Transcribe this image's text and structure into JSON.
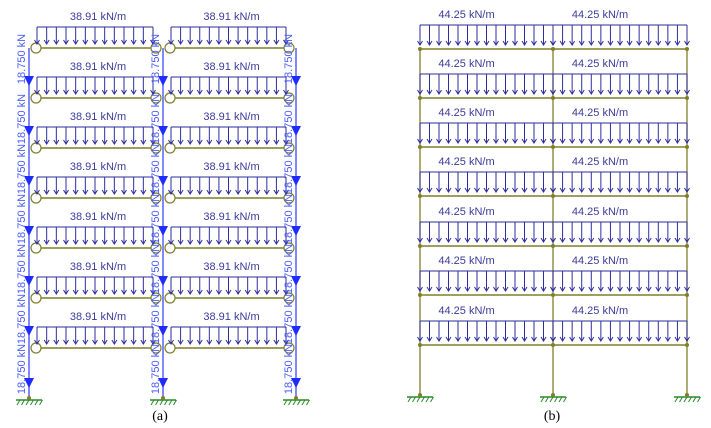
{
  "frames": [
    {
      "id": "a",
      "caption": "(a)",
      "stories": 7,
      "bays": 2,
      "beam_load_label": "38.91 kN/m",
      "column_load_label": "18.750 kN",
      "beam_end_connection": "pinned-hinge",
      "supports": "fixed"
    },
    {
      "id": "b",
      "caption": "(b)",
      "stories": 7,
      "bays": 2,
      "beam_load_label": "44.25 kN/m",
      "beam_end_connection": "rigid",
      "supports": "fixed"
    }
  ],
  "colors": {
    "frame": "#7f7f2a",
    "distributed_load": "#2e2e9e",
    "load_label": "#3b3b9a",
    "column_load": "#1f2cff",
    "support": "#2a8a2a"
  }
}
